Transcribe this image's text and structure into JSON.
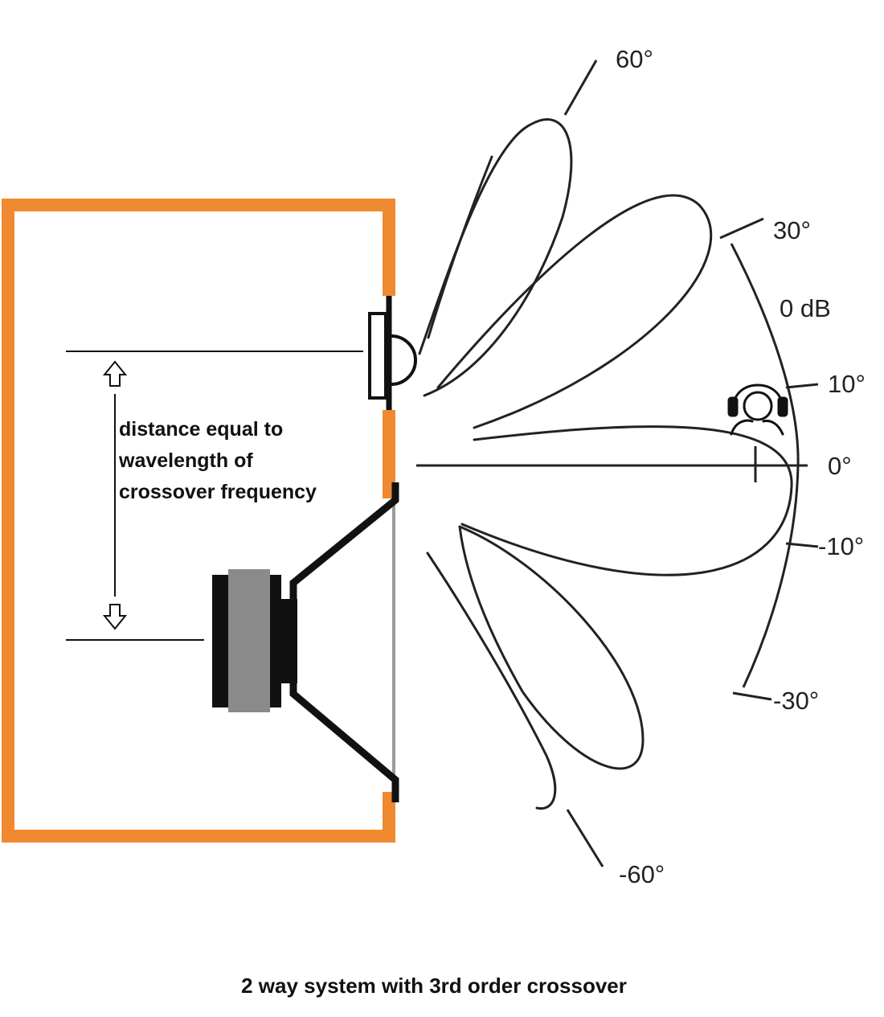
{
  "colors": {
    "enclosure": "#f08a30",
    "ink": "#111111",
    "magnet_dark": "#111111",
    "magnet_gray": "#8a8a8a",
    "cone_edge": "#9a9a9a"
  },
  "icons": {
    "listener": "listener-headphones-icon",
    "arrow_up": "arrow-up-icon",
    "arrow_down": "arrow-down-icon"
  },
  "angle_labels": {
    "deg_60": "60°",
    "deg_30": "30°",
    "db_0": "0 dB",
    "deg_10": "10°",
    "deg_0": "0°",
    "deg_neg10": "-10°",
    "deg_neg30": "-30°",
    "deg_neg60": "-60°"
  },
  "annotation": {
    "line1": "distance equal to",
    "line2": "wavelength of",
    "line3": "crossover frequency"
  },
  "caption": "2 way system with 3rd order crossover"
}
